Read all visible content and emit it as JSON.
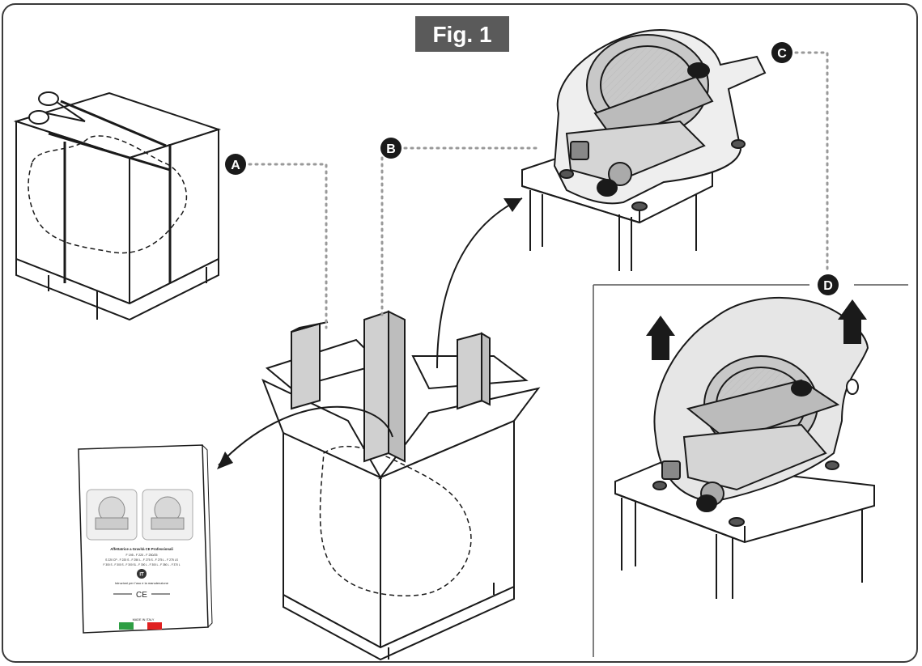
{
  "figure": {
    "title": "Fig. 1",
    "title_bg": "#5a5a5a",
    "frame_color": "#3a3a3a"
  },
  "callouts": [
    {
      "id": "a",
      "letter": "A"
    },
    {
      "id": "b",
      "letter": "B"
    },
    {
      "id": "c",
      "letter": "C"
    },
    {
      "id": "d",
      "letter": "D"
    }
  ],
  "manual": {
    "heading": "Affettatrice a Gravità CE Professionali",
    "models_line1": "F 195 - F 220 - F 250/25",
    "models_line2": "S 220 CP - F 220 S - F 250 L - F 275 S - F 275 L - F 275 LS",
    "models_line3": "F 300 S - F 300 S - F 300 SL - F 300 L - F 300 L - F 350 L - F 370 L",
    "lang_badge": "IT",
    "instructions": "Istruzioni per l'uso e la manutenzione",
    "ce_mark": "CE",
    "made_in": "MADE IN ITALY",
    "flag_colors": [
      "#2e9e44",
      "#ffffff",
      "#e02020"
    ]
  }
}
